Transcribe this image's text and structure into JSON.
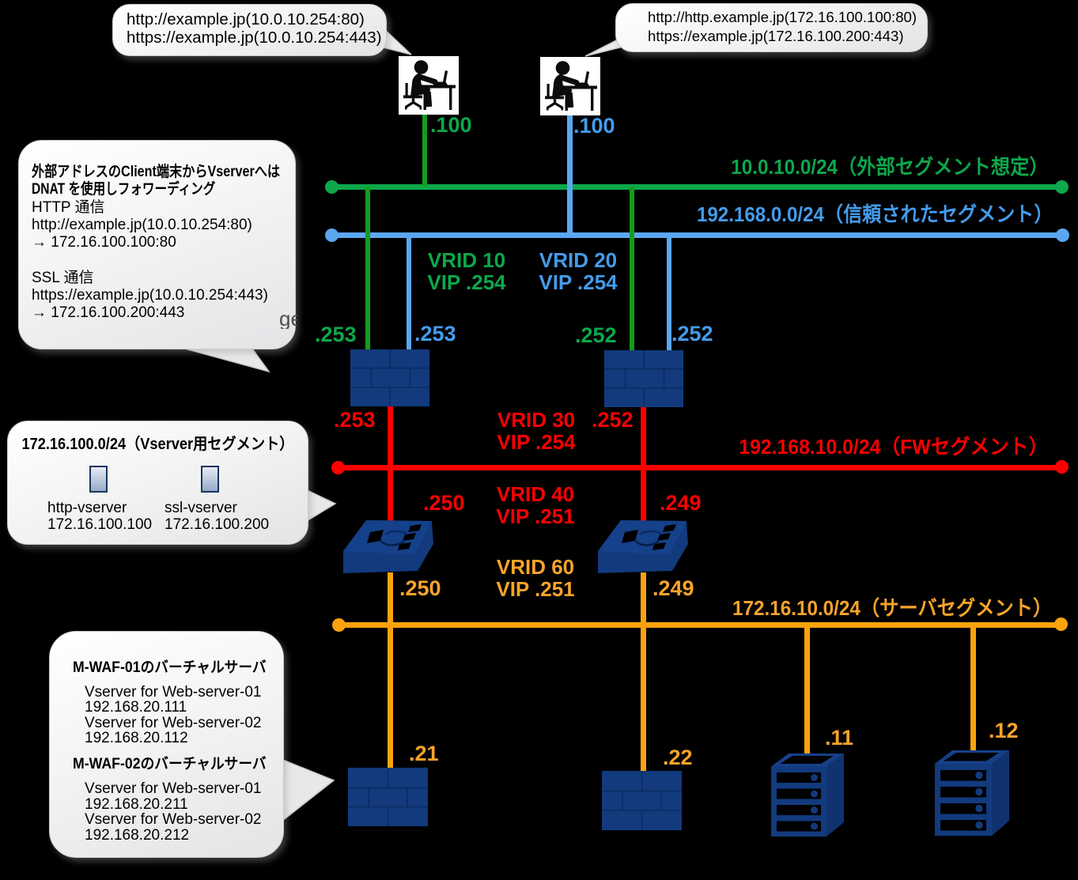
{
  "colors": {
    "background": "#000000",
    "green_segment": "#0CA84B",
    "green_connector": "#129D1E",
    "blue_segment": "#5AA7F0",
    "blue_text": "#449CEC",
    "red": "#FF0000",
    "orange": "#FBA30D",
    "orange_text": "#F9A42A",
    "device_navy": "#123A7D"
  },
  "segments": {
    "external": {
      "label": "10.0.10.0/24（外部セグメント想定）"
    },
    "trusted": {
      "label": "192.168.0.0/24（信頼されたセグメント）"
    },
    "firewall": {
      "label": "192.168.10.0/24（FWセグメント）"
    },
    "server": {
      "label": "172.16.10.0/24（サーバセグメント）"
    }
  },
  "vrid": {
    "vrid10": {
      "line1": "VRID 10",
      "line2": "VIP .254"
    },
    "vrid20": {
      "line1": "VRID 20",
      "line2": "VIP .254"
    },
    "vrid30": {
      "line1": "VRID 30",
      "line2": "VIP .254"
    },
    "vrid40": {
      "line1": "VRID 40",
      "line2": "VIP .251"
    },
    "vrid60": {
      "line1": "VRID 60",
      "line2": "VIP .251"
    }
  },
  "ip_labels": {
    "client1": ".100",
    "client2": ".100",
    "fw1_green": ".253",
    "fw1_blue": ".253",
    "fw2_green": ".252",
    "fw2_blue": ".252",
    "fw1_red": ".253",
    "fw2_red": ".252",
    "sw1_red": ".250",
    "sw2_red": ".249",
    "sw1_orange": ".250",
    "sw2_orange": ".249",
    "waf1": ".21",
    "waf2": ".22",
    "web1": ".11",
    "web2": ".12"
  },
  "callouts": {
    "client1_note": {
      "line1": "http://example.jp(10.0.10.254:80)",
      "line2": "https://example.jp(10.0.10.254:443)"
    },
    "client2_note": {
      "line1": "http://http.example.jp(172.16.100.100:80)",
      "line2": "https://example.jp(172.16.100.200:443)"
    },
    "dnat_note": {
      "heading_line1": "外部アドレスのClient端末からVserverへは",
      "heading_line2": "DNAT を使用しフォワーディング",
      "http_title": "HTTP 通信",
      "http_from": "http://example.jp(10.0.10.254:80)",
      "http_to": "→ 172.16.100.100:80",
      "ssl_title": "SSL 通信",
      "ssl_from": "https://example.jp(10.0.10.254:443)",
      "ssl_to": "→ 172.16.100.200:443"
    },
    "vserver_note": {
      "title": "172.16.100.0/24（Vserver用セグメント）",
      "items": [
        {
          "name": "http-vserver",
          "ip": "172.16.100.100"
        },
        {
          "name": "ssl-vserver",
          "ip": "172.16.100.200"
        }
      ]
    },
    "waf_note": {
      "waf1_title": "M-WAF-01のバーチャルサーバ",
      "waf1_lines": [
        "Vserver for Web-server-01",
        "192.168.20.111",
        "Vserver for Web-server-02",
        "192.168.20.112"
      ],
      "waf2_title": "M-WAF-02のバーチャルサーバ",
      "waf2_lines": [
        "Vserver for Web-server-01",
        "192.168.20.211",
        "Vserver for Web-server-02",
        "192.168.20.212"
      ]
    }
  },
  "watermark_fragment": "ge"
}
